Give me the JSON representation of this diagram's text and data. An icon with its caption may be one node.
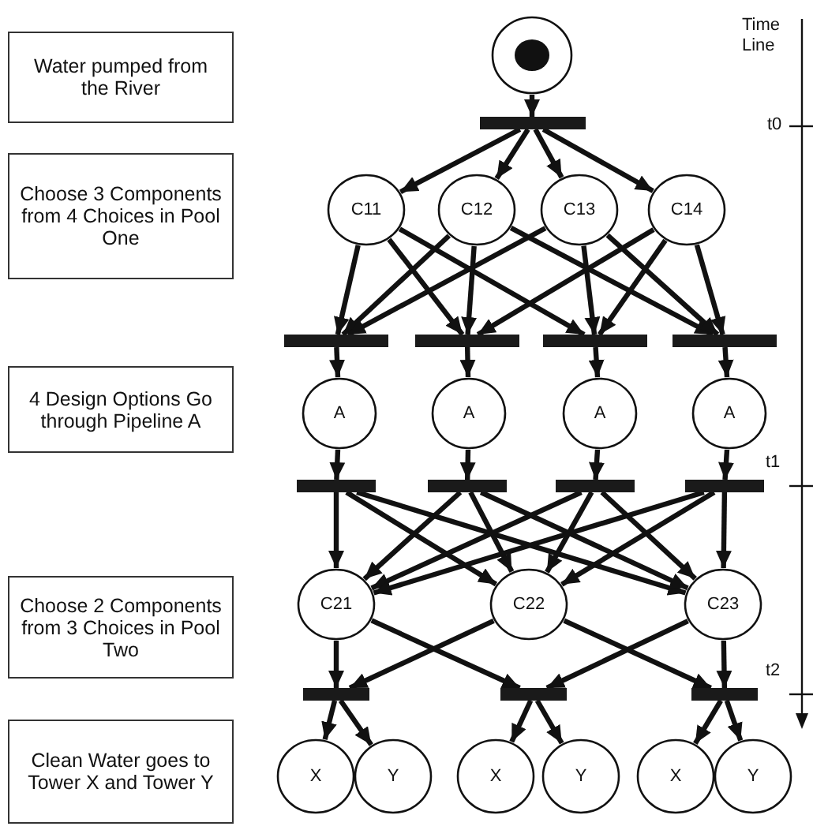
{
  "diagram": {
    "nodes": [
      {
        "text": [
          "Water pumped from the River"
        ]
      },
      {
        "text": [
          "Choose 3 Components from 4 Choices in Pool One"
        ]
      },
      {
        "text": [
          "4 Design Options Go through Pipeline A"
        ]
      },
      {
        "text": [
          "Choose 2 Components from 3 Choices in Pool Two"
        ]
      },
      {
        "text": [
          "Clean Water goes to Tower X and Tower Y"
        ]
      },
      {
        "text": [],
        "shape": "circle"
      },
      {
        "text": [],
        "shape": "bar"
      },
      {
        "text": [
          "C11"
        ]
      },
      {
        "text": [
          "C12"
        ]
      },
      {
        "text": [
          "C13"
        ]
      },
      {
        "text": [
          "C14"
        ]
      },
      {
        "text": [],
        "shape": "bar"
      },
      {
        "text": [],
        "shape": "bar"
      },
      {
        "text": [],
        "shape": "bar"
      },
      {
        "text": [],
        "shape": "bar"
      },
      {
        "text": [
          "A"
        ]
      },
      {
        "text": [
          "A"
        ]
      },
      {
        "text": [
          "A"
        ]
      },
      {
        "text": [
          "A"
        ]
      },
      {
        "text": [],
        "shape": "bar"
      },
      {
        "text": [],
        "shape": "bar"
      },
      {
        "text": [],
        "shape": "bar"
      },
      {
        "text": [],
        "shape": "bar"
      },
      {
        "text": [
          "C21"
        ]
      },
      {
        "text": [
          "C22"
        ]
      },
      {
        "text": [
          "C23"
        ]
      },
      {
        "text": [],
        "shape": "bar"
      },
      {
        "text": [],
        "shape": "bar"
      },
      {
        "text": [],
        "shape": "bar"
      },
      {
        "text": [
          "X"
        ]
      },
      {
        "text": [
          "Y"
        ]
      },
      {
        "text": [
          "X"
        ]
      },
      {
        "text": [
          "Y"
        ]
      },
      {
        "text": [
          "X"
        ]
      },
      {
        "text": [
          "Y"
        ]
      }
    ],
    "edges": [
      {
        "from": 5,
        "to": 6,
        "arrow": "to"
      },
      {
        "from": 6,
        "to": 7,
        "arrow": "to"
      },
      {
        "from": 6,
        "to": 8,
        "arrow": "to"
      },
      {
        "from": 6,
        "to": 9,
        "arrow": "to"
      },
      {
        "from": 6,
        "to": 10,
        "arrow": "to"
      },
      {
        "from": 7,
        "to": 11,
        "arrow": "to"
      },
      {
        "from": 7,
        "to": 12,
        "arrow": "to"
      },
      {
        "from": 7,
        "to": 13,
        "arrow": "to"
      },
      {
        "from": 8,
        "to": 11,
        "arrow": "to"
      },
      {
        "from": 8,
        "to": 12,
        "arrow": "to"
      },
      {
        "from": 8,
        "to": 14,
        "arrow": "to"
      },
      {
        "from": 9,
        "to": 11,
        "arrow": "to"
      },
      {
        "from": 9,
        "to": 13,
        "arrow": "to"
      },
      {
        "from": 9,
        "to": 14,
        "arrow": "to"
      },
      {
        "from": 10,
        "to": 12,
        "arrow": "to"
      },
      {
        "from": 10,
        "to": 13,
        "arrow": "to"
      },
      {
        "from": 10,
        "to": 14,
        "arrow": "to"
      },
      {
        "from": 11,
        "to": 15,
        "arrow": "to"
      },
      {
        "from": 12,
        "to": 16,
        "arrow": "to"
      },
      {
        "from": 13,
        "to": 17,
        "arrow": "to"
      },
      {
        "from": 14,
        "to": 18,
        "arrow": "to"
      },
      {
        "from": 15,
        "to": 19,
        "arrow": "to"
      },
      {
        "from": 16,
        "to": 20,
        "arrow": "to"
      },
      {
        "from": 17,
        "to": 21,
        "arrow": "to"
      },
      {
        "from": 18,
        "to": 22,
        "arrow": "to"
      },
      {
        "from": 19,
        "to": 23,
        "arrow": "to"
      },
      {
        "from": 19,
        "to": 24,
        "arrow": "to"
      },
      {
        "from": 19,
        "to": 25,
        "arrow": "to"
      },
      {
        "from": 20,
        "to": 23,
        "arrow": "to"
      },
      {
        "from": 20,
        "to": 24,
        "arrow": "to"
      },
      {
        "from": 20,
        "to": 25,
        "arrow": "to"
      },
      {
        "from": 21,
        "to": 23,
        "arrow": "to"
      },
      {
        "from": 21,
        "to": 24,
        "arrow": "to"
      },
      {
        "from": 21,
        "to": 25,
        "arrow": "to"
      },
      {
        "from": 22,
        "to": 23,
        "arrow": "to"
      },
      {
        "from": 22,
        "to": 24,
        "arrow": "to"
      },
      {
        "from": 22,
        "to": 25,
        "arrow": "to"
      },
      {
        "from": 23,
        "to": 26,
        "arrow": "to"
      },
      {
        "from": 23,
        "to": 27,
        "arrow": "to"
      },
      {
        "from": 24,
        "to": 26,
        "arrow": "to"
      },
      {
        "from": 24,
        "to": 28,
        "arrow": "to"
      },
      {
        "from": 25,
        "to": 27,
        "arrow": "to"
      },
      {
        "from": 25,
        "to": 28,
        "arrow": "to"
      },
      {
        "from": 26,
        "to": 29,
        "arrow": "to"
      },
      {
        "from": 26,
        "to": 30,
        "arrow": "to"
      },
      {
        "from": 27,
        "to": 31,
        "arrow": "to"
      },
      {
        "from": 27,
        "to": 32,
        "arrow": "to"
      },
      {
        "from": 28,
        "to": 33,
        "arrow": "to"
      },
      {
        "from": 28,
        "to": 34,
        "arrow": "to"
      }
    ],
    "labels": [
      "Time Line",
      "t0",
      "t1",
      "t2"
    ]
  }
}
